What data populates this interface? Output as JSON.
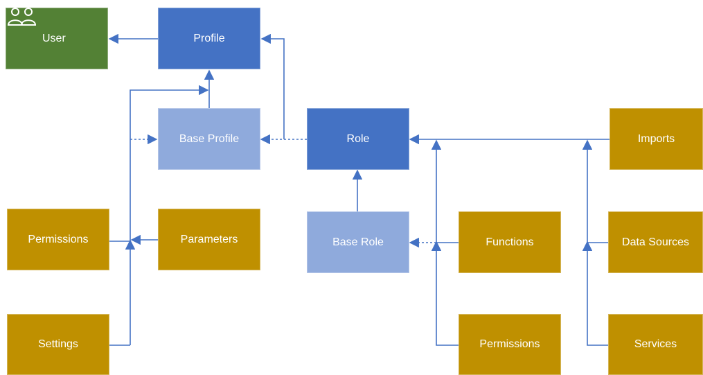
{
  "colors": {
    "user": "#538135",
    "dark_blue": "#4472C4",
    "light_blue": "#8FAADC",
    "gold": "#BF9000",
    "line": "#4472C4"
  },
  "icons": {
    "user": "users-icon"
  },
  "nodes": {
    "user": "User",
    "profile": "Profile",
    "base_profile": "Base Profile",
    "role": "Role",
    "base_role": "Base Role",
    "imports": "Imports",
    "permissions_left": "Permissions",
    "parameters": "Parameters",
    "settings": "Settings",
    "functions": "Functions",
    "data_sources": "Data Sources",
    "permissions_right": "Permissions",
    "services": "Services"
  }
}
